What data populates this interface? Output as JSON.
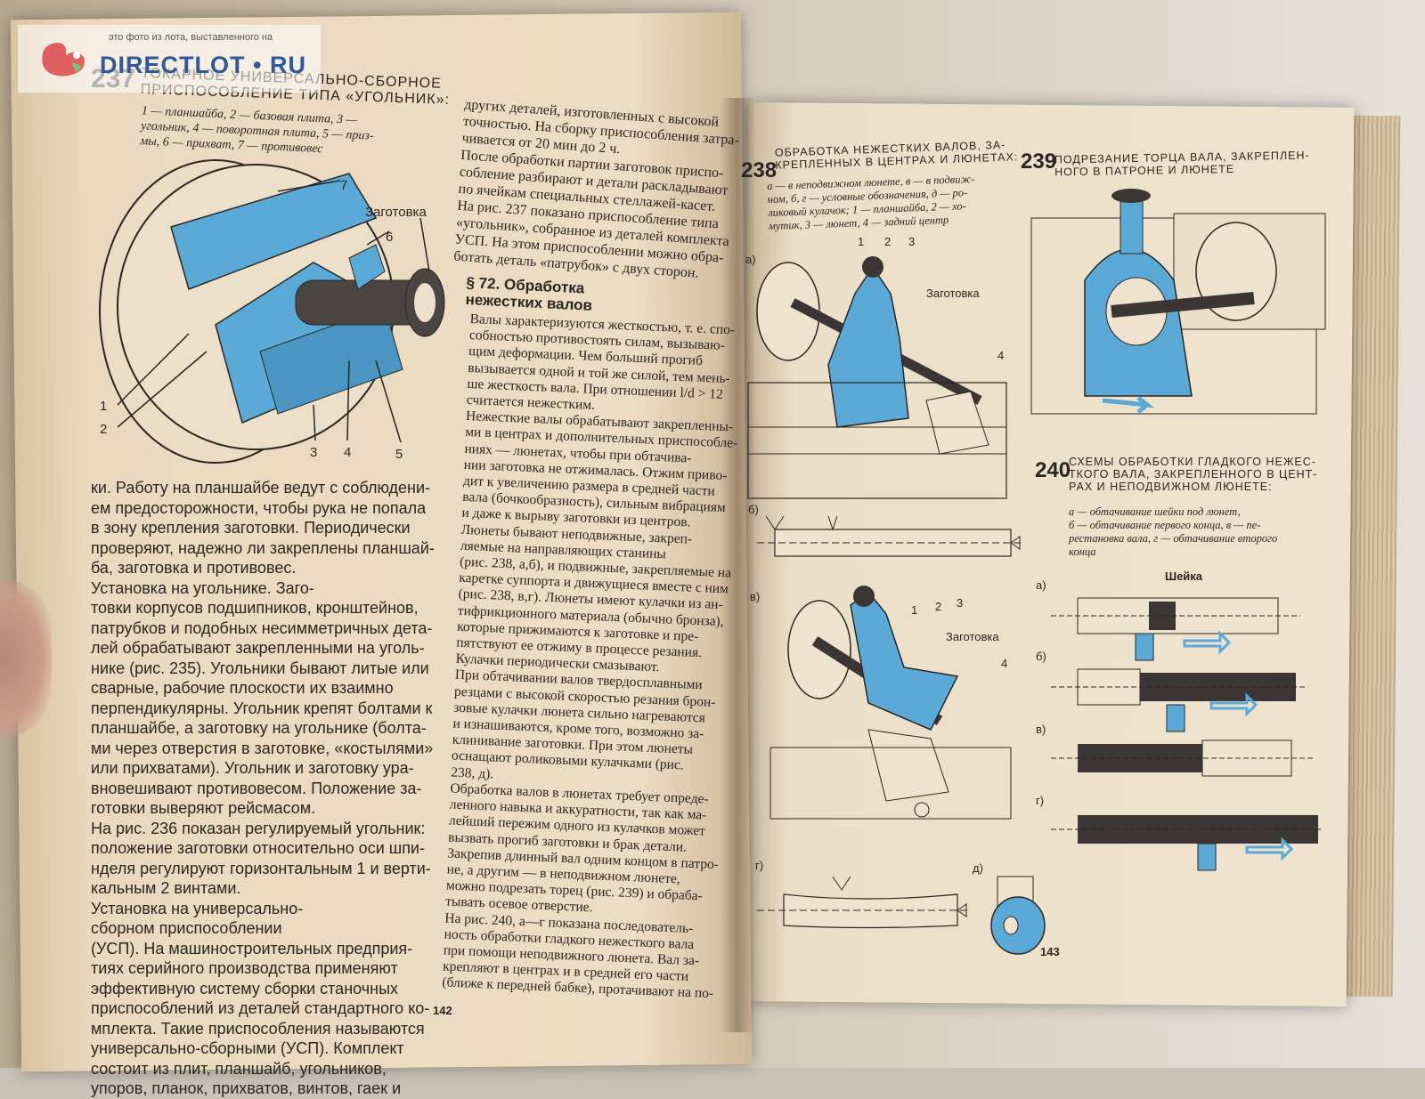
{
  "watermark": {
    "caption": "это фото из лота, выставленного на",
    "brand": "DIRECTLOT • RU"
  },
  "left_page": {
    "fig237": {
      "number": "237",
      "caption_lines": [
        "ТОКАРНОЕ УНИВЕРСАЛЬНО-СБОРНОЕ",
        "ПРИСПОСОБЛЕНИЕ ТИПА «УГОЛЬНИК»:"
      ],
      "legend_lines": [
        "1 — планшайба, 2 — базовая плита, 3 —",
        "угольник, 4 — поворотная плита, 5 — приз-",
        "мы, 6 — прихват, 7 — противовес"
      ],
      "labels": {
        "workpiece": "Заготовка",
        "n1": "1",
        "n2": "2",
        "n3": "3",
        "n4": "4",
        "n5": "5",
        "n6": "6",
        "n7": "7"
      }
    },
    "col1_lines": [
      "ки. Работу на планшайбе ведут с соблюдени-",
      "ем предосторожности, чтобы рука не попала",
      "в зону крепления заготовки. Периодически",
      "проверяют, надежно ли закреплены планшай-",
      "ба, заготовка и противовес.",
      "Установка на угольнике. Заго-",
      "товки корпусов подшипников, кронштейнов,",
      "патрубков и подобных несимметричных дета-",
      "лей обрабатывают закрепленными на уголь-",
      "нике (рис. 235). Угольники бывают литые или",
      "сварные, рабочие плоскости их взаимно",
      "перпендикулярны. Угольник крепят болтами к",
      "планшайбе, а заготовку на угольнике (болта-",
      "ми через отверстия в заготовке, «костылями»",
      "или прихватами). Угольник и заготовку ура-",
      "вновешивают противовесом. Положение за-",
      "готовки выверяют рейсмасом.",
      "На рис. 236 показан регулируемый угольник:",
      "положение заготовки относительно оси шпи-",
      "нделя регулируют горизонтальным 1 и верти-",
      "кальным 2 винтами.",
      "Установка на универсально-",
      "сборном приспособлении",
      "(УСП). На машиностроительных предприя-",
      "тиях серийного производства применяют",
      "эффективную систему сборки станочных",
      "приспособлений из деталей стандартного ко-",
      "мплекта. Такие приспособления называются",
      "универсально-сборными (УСП). Комплект",
      "состоит из плит, планшайб, угольников,",
      "упоров, планок, прихватов, винтов, гаек и"
    ],
    "col2_top_lines": [
      "других деталей, изготовленных с высокой",
      "точностью. На сборку приспособления затра-",
      "чивается от 20 мин до 2 ч.",
      "После обработки партии заготовок приспо-",
      "собление разбирают и детали раскладывают",
      "по ячейкам специальных стеллажей-касет.",
      "На рис. 237 показано приспособление типа",
      "«угольник», собранное из деталей комплекта",
      "УСП. На этом приспособлении можно обра-",
      "ботать деталь «патрубок» с двух сторон."
    ],
    "section_title_lines": [
      "§ 72. Обработка",
      "нежестких валов"
    ],
    "col2_lines": [
      "Валы характеризуются жесткостью, т. е. спо-",
      "собностью противостоять силам, вызываю-",
      "щим деформации. Чем больший прогиб",
      "вызывается одной и той же силой, тем мень-",
      "ше жесткость вала. При отношении l/d > 12",
      "считается нежестким.",
      "Нежесткие валы обрабатывают закрепленны-",
      "ми в центрах и дополнительных приспособле-",
      "ниях — люнетах, чтобы при обтачива-",
      "нии заготовка не отжималась. Отжим приво-",
      "дит к увеличению размера в средней части",
      "вала (бочкообразность), сильным вибрациям",
      "и даже к вырыву заготовки из центров.",
      "Люнеты бывают неподвижные, закреп-",
      "ляемые на направляющих станины",
      "(рис. 238, а,б), и подвижные, закрепляемые на",
      "каретке суппорта и движущиеся вместе с ним",
      "(рис. 238, в,г). Люнеты имеют кулачки из ан-",
      "тифрикционного материала (обычно бронза),",
      "которые прижимаются к заготовке и пре-",
      "пятствуют ее отжиму в процессе резания.",
      "Кулачки периодически смазывают.",
      "При обтачивании валов твердосплавными",
      "резцами с высокой скоростью резания брон-",
      "зовые кулачки люнета сильно нагреваются",
      "и изнашиваются, кроме того, возможно за-",
      "клинивание заготовки. При этом люнеты",
      "оснащают роликовыми кулачками (рис.",
      "238, д).",
      "Обработка валов в люнетах требует опреде-",
      "ленного навыка и аккуратности, так как ма-",
      "лейший пережим одного из кулачков может",
      "вызвать прогиб заготовки и брак детали.",
      "Закрепив длинный вал одним концом в патро-",
      "не, а другим — в неподвижном люнете,",
      "можно подрезать торец (рис. 239) и обраба-",
      "тывать осевое отверстие.",
      "На рис. 240, а—г показана последователь-",
      "ность обработки гладкого нежесткого вала",
      "при помощи неподвижного люнета. Вал за-",
      "крепляют в центрах и в средней его части",
      "(ближе к передней бабке), протачивают на по-"
    ],
    "page_number": "142"
  },
  "right_page": {
    "fig238": {
      "number": "238",
      "caption_lines": [
        "ОБРАБОТКА НЕЖЕСТКИХ ВАЛОВ, ЗА-",
        "КРЕПЛЕННЫХ В ЦЕНТРАХ И ЛЮНЕТАХ:"
      ],
      "legend_lines": [
        "а — в неподвижном люнете, в — в подвиж-",
        "ном, б, г — условные обозначения, д — ро-",
        "ликовый кулачок; 1 — планшайба, 2 — хо-",
        "мутик, 3 — люнет, 4 — задний центр"
      ],
      "labels": {
        "a": "а)",
        "b": "б)",
        "v": "в)",
        "g": "г)",
        "d": "д)",
        "workpiece_a": "Заготовка",
        "workpiece_v": "Заготовка",
        "n1": "1",
        "n2": "2",
        "n3": "3",
        "n4": "4"
      }
    },
    "fig239": {
      "number": "239",
      "caption_lines": [
        "ПОДРЕЗАНИЕ ТОРЦА ВАЛА, ЗАКРЕПЛЕН-",
        "НОГО В ПАТРОНЕ И ЛЮНЕТЕ"
      ]
    },
    "fig240": {
      "number": "240",
      "caption_lines": [
        "СХЕМЫ ОБРАБОТКИ ГЛАДКОГО НЕЖЕС-",
        "ТКОГО ВАЛА, ЗАКРЕПЛЕННОГО В ЦЕНТ-",
        "РАХ И НЕПОДВИЖНОМ ЛЮНЕТЕ:"
      ],
      "legend_lines": [
        "а — обтачивание шейки под люнет,",
        "б — обтачивание первого конца, в — пе-",
        "рестановка вала, г — обтачивание второго",
        "конца"
      ],
      "labels": {
        "neck": "Шейка",
        "a": "а)",
        "b": "б)",
        "v": "в)",
        "g": "г)"
      }
    },
    "page_number": "143"
  },
  "colors": {
    "accent_blue": "#5aa9d6",
    "paper": "#ecdcc3",
    "ink": "#2b2622",
    "watermark_blue": "#2f5a97"
  }
}
